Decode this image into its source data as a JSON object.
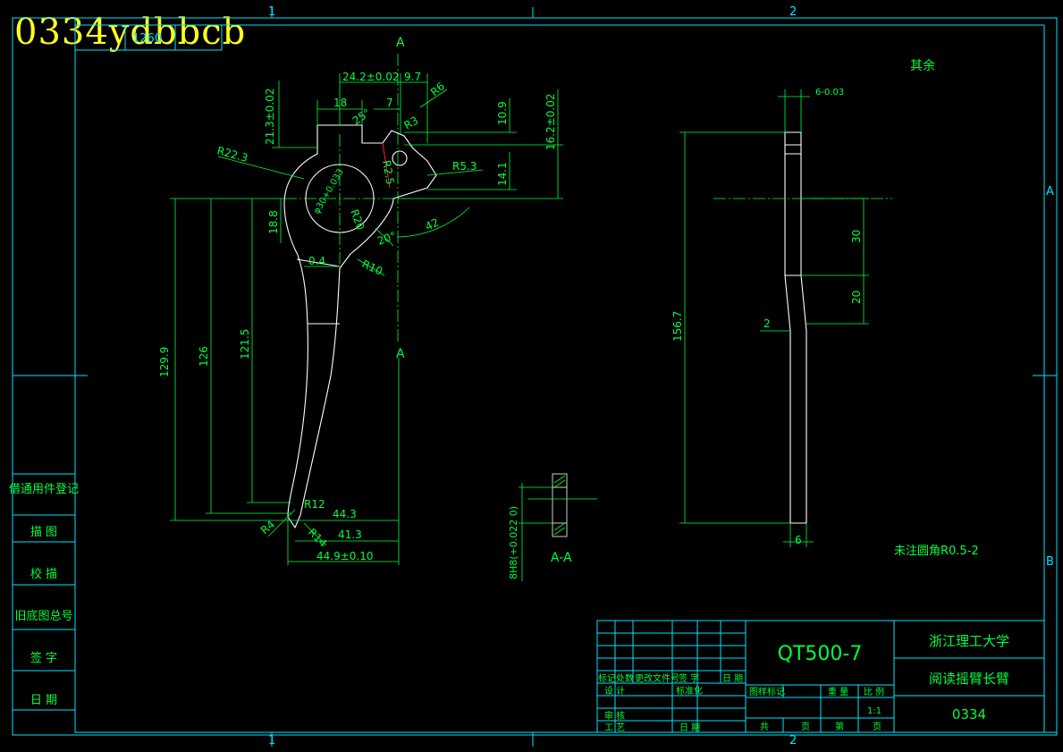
{
  "watermark": "0334ydbbcb",
  "frame": {
    "zone_top_1": "1",
    "zone_top_2": "2",
    "zone_bottom_1": "1",
    "zone_bottom_2": "2",
    "zone_right_A": "A",
    "zone_right_B": "B",
    "corner_code": "1260"
  },
  "side_panel": [
    "借通用件登记",
    "描 图",
    "校 描",
    "旧底图总号",
    "签 字",
    "日 期"
  ],
  "views": {
    "section_mark_top": "A",
    "section_mark_mid": "A",
    "section_label": "A-A",
    "remaining_roughness": "其余",
    "note": "未注圆角R0.5-2"
  },
  "dims": {
    "d_24_2": "24.2±0.02",
    "d_9_7": "9.7",
    "d_18": "18",
    "d_7": "7",
    "d_r6": "R6",
    "d_25": "25°",
    "d_r3": "R3",
    "d_21_3": "21.3±0.02",
    "d_10_9": "10.9",
    "d_16_2": "16.2±0.02",
    "d_r22_3": "R22.3",
    "d_r2_5": "R2.5",
    "d_r5_3": "R5.3",
    "d_14_1": "14.1",
    "d_bore": "φ30+0.033",
    "d_r20": "R20",
    "d_18_8": "18.8",
    "d_42": "42",
    "d_20deg": "20°",
    "d_0_4": "0.4",
    "d_r10": "R10",
    "d_129_9": "129.9",
    "d_126": "126",
    "d_121_5": "121.5",
    "d_r12": "R12",
    "d_44_3": "44.3",
    "d_r4": "R4",
    "d_r14": "R14",
    "d_41_3": "41.3",
    "d_44_9": "44.9±0.10",
    "d_fit": "8H8(+0.022 0)",
    "d_6top": "6-0.03",
    "d_156_7": "156.7",
    "d_30": "30",
    "d_20": "20",
    "d_2": "2",
    "d_6bot": "6"
  },
  "title_block": {
    "material": "QT500-7",
    "school": "浙江理工大学",
    "part_name": "阅读摇臂长臂",
    "drawing_no": "0334",
    "h_mark": "标记",
    "h_count": "处数",
    "h_change_doc": "更改文件号",
    "h_sign": "签 字",
    "h_date": "日 期",
    "h_design": "设 计",
    "h_standard": "标准化",
    "h_stage": "图样标记",
    "h_weight": "重 量",
    "h_scale": "比 例",
    "scale_value": "1:1",
    "h_review": "审 核",
    "h_process": "工 艺",
    "h_date2": "日 期",
    "h_total": "共",
    "h_page": "页",
    "h_sheet": "第",
    "h_page2": "页"
  },
  "colors": {
    "frame": "#00e5ff",
    "text": "#00ff3c",
    "outline": "#ffffff",
    "watermark": "#ffff1e",
    "center": "#ff2020"
  }
}
